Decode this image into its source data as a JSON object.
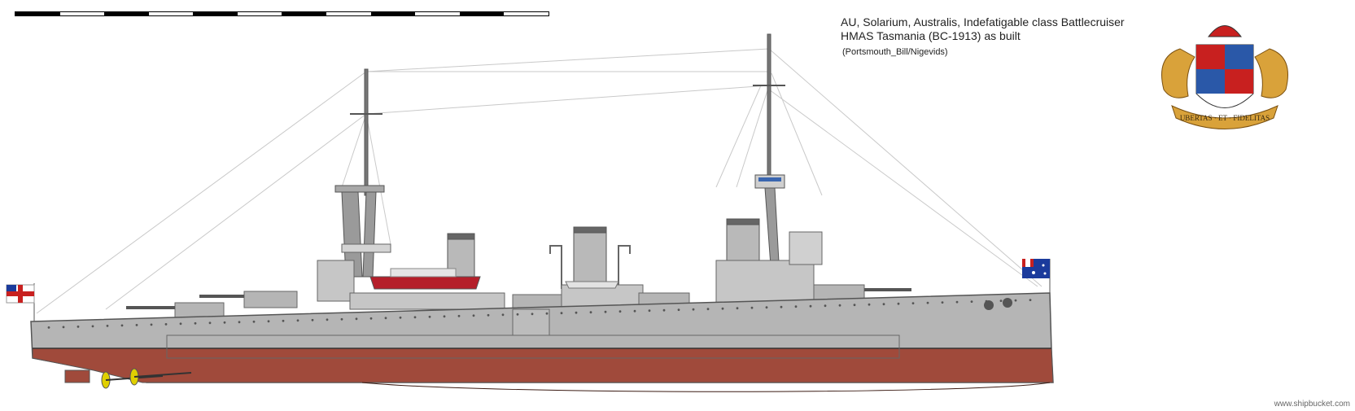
{
  "title_line1": "AU, Solarium, Australis, Indefatigable class Battlecruiser",
  "title_line2": "HMAS Tasmania (BC-1913) as built",
  "credit": "(Portsmouth_Bill/Nigevids)",
  "watermark": "www.shipbucket.com",
  "crest_motto": "UBERTAS · ET · FIDELITAS",
  "scale_segments": 12,
  "colors": {
    "hull_grey": "#b5b5b5",
    "superstructure_grey": "#c6c6c6",
    "antifouling_red": "#a04a3b",
    "boat_red": "#b51f2a",
    "crest_gold": "#d9a23a",
    "crest_red": "#c8201f",
    "crest_blue": "#2a58a8",
    "flag_blue": "#1b3b9c"
  },
  "icons": [
    "white-ensign-icon",
    "australian-flag-icon",
    "propeller-icon",
    "rudder-icon",
    "coat-of-arms-icon"
  ]
}
